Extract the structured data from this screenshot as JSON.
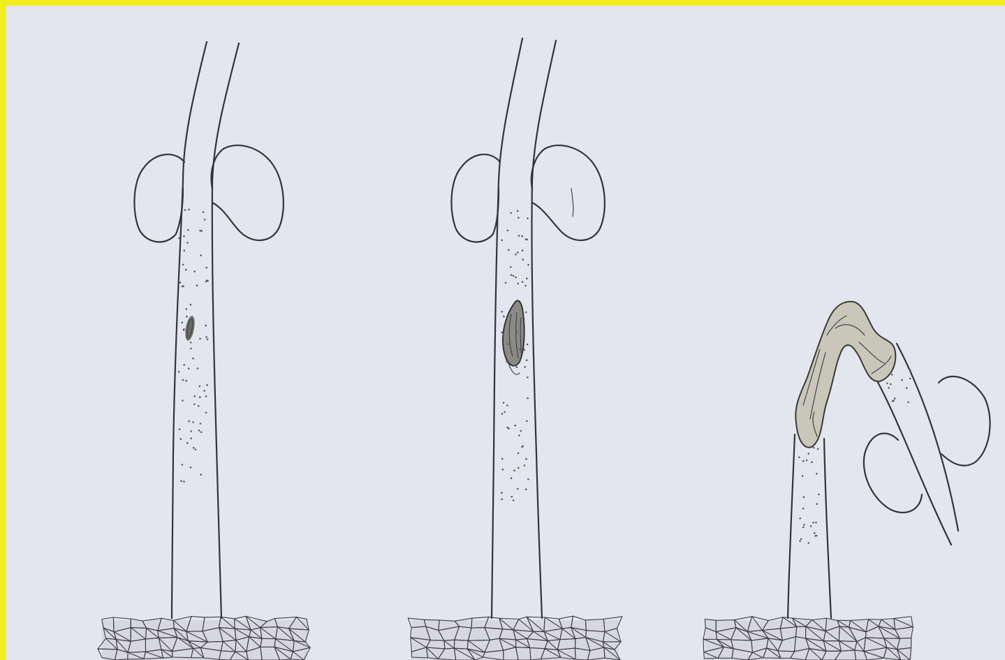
{
  "figure": {
    "panels": [
      {
        "name": "seedling-healthy-small-lesion",
        "lesion": "small"
      },
      {
        "name": "seedling-enlarged-lesion",
        "lesion": "enlarged"
      },
      {
        "name": "seedling-collapsed",
        "lesion": "collapsed"
      }
    ],
    "colors": {
      "frame": "#f2ee1c",
      "background": "#e4e6ef",
      "ink": "#333338"
    }
  }
}
